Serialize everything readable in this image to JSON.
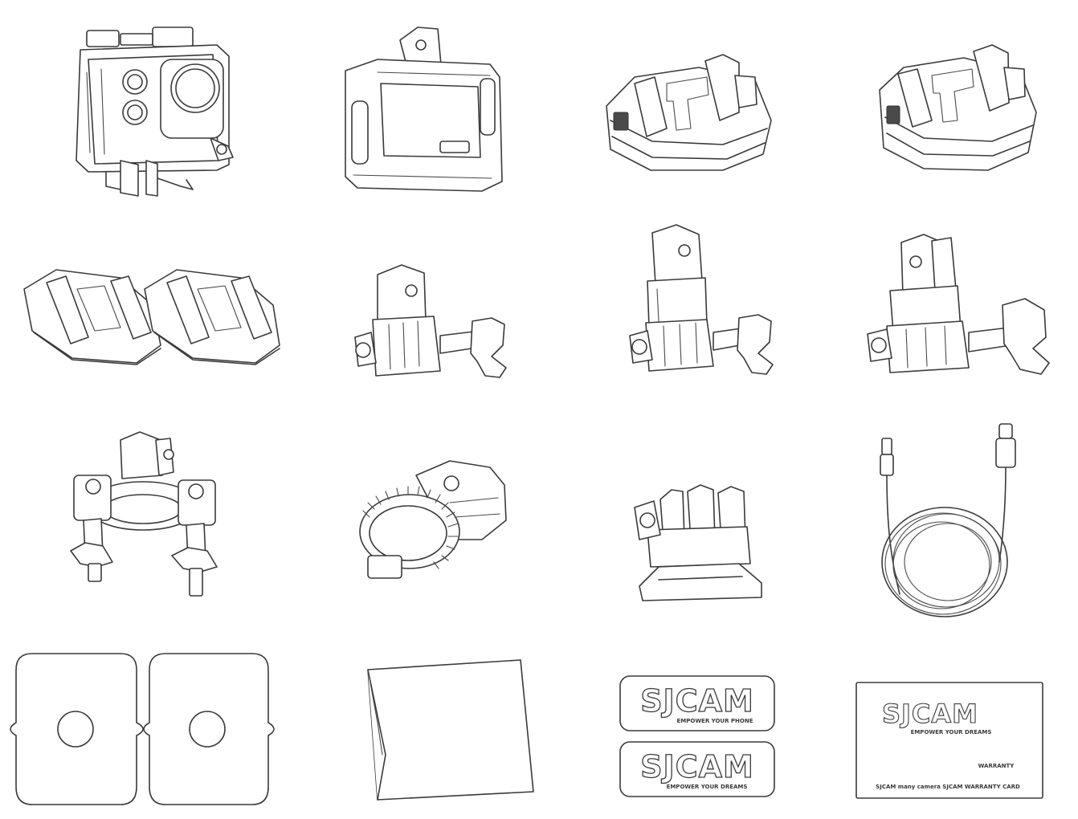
{
  "sticker_top": {
    "logo": "SJCAM",
    "tagline": "EMPOWER YOUR PHONE"
  },
  "sticker_bottom": {
    "logo": "SJCAM",
    "tagline": "EMPOWER YOUR DREAMS"
  },
  "warranty_card": {
    "logo": "SJCAM",
    "tagline": "EMPOWER YOUR DREAMS",
    "label": "WARRANTY",
    "footer": "SJCAM many camera SJCAM WARRANTY CARD"
  },
  "items": [
    "waterproof-case-icon",
    "frame-mount-icon",
    "quick-release-buckle-icon",
    "quick-release-buckle-icon",
    "flat-adhesive-mounts-icon",
    "short-pivot-arm-icon",
    "long-pivot-arm-icon",
    "three-way-pivot-arm-icon",
    "handlebar-mount-icon",
    "tripod-adapter-icon",
    "tripod-mount-icon",
    "usb-cable-icon",
    "adhesive-pads-icon",
    "lens-cloth-icon",
    "logo-stickers-icon",
    "warranty-card-icon"
  ]
}
